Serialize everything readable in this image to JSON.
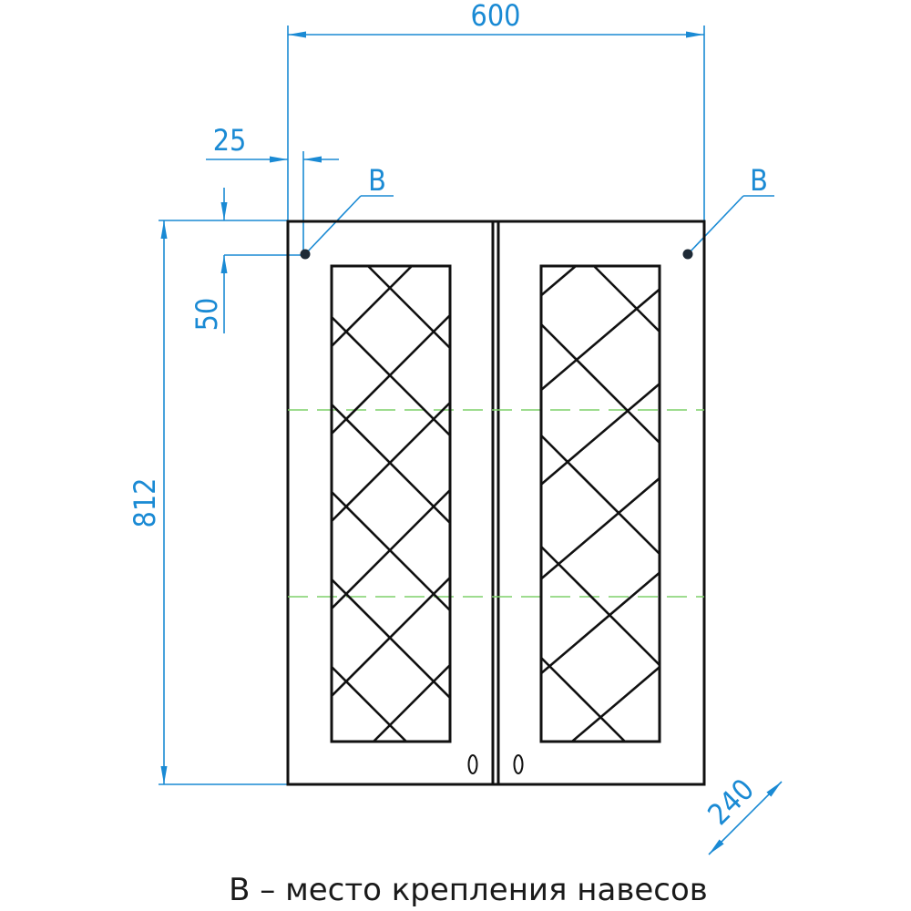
{
  "dimensions": {
    "width": "600",
    "offset_x": "25",
    "offset_y": "50",
    "height": "812",
    "depth": "240"
  },
  "markers": {
    "left": "B",
    "right": "B"
  },
  "caption": "B – место крепления навесов",
  "colors": {
    "dimension": "#1a8ad4",
    "outline": "#111111",
    "shelf": "#7fd06a"
  }
}
